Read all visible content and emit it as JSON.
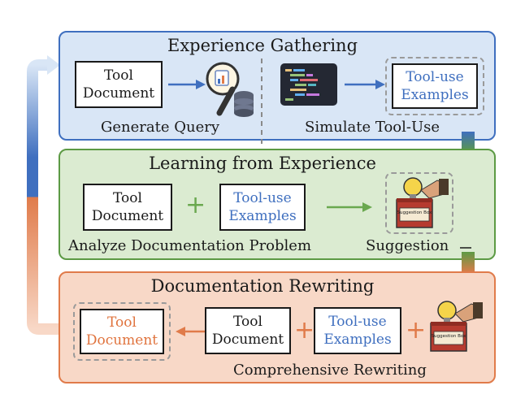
{
  "sections": {
    "gathering": {
      "title": "Experience Gathering",
      "tool_document": "Tool\nDocument",
      "generate_query": "Generate Query",
      "simulate_tool_use": "Simulate Tool-Use",
      "tool_use_examples": "Tool-use\nExamples"
    },
    "learning": {
      "title": "Learning from Experience",
      "tool_document": "Tool\nDocument",
      "tool_use_examples": "Tool-use\nExamples",
      "analyze": "Analyze Documentation Problem",
      "suggestion": "Suggestion",
      "suggestion_box_label": "Suggestion\nBox"
    },
    "rewriting": {
      "title": "Documentation Rewriting",
      "new_tool_document": "Tool\nDocument",
      "tool_document": "Tool\nDocument",
      "tool_use_examples": "Tool-use\nExamples",
      "comprehensive": "Comprehensive Rewriting",
      "suggestion_box_label": "Suggestion\nBox"
    }
  },
  "symbols": {
    "plus": "+"
  },
  "colors": {
    "blue_panel": "#d9e6f6",
    "blue_border": "#3f6fbf",
    "green_panel": "#dbebd1",
    "green_border": "#5c9a44",
    "orange_panel": "#f8d8c7",
    "orange_border": "#e07b4a"
  },
  "icons": [
    "search-database-icon",
    "code-editor-icon",
    "suggestion-box-icon",
    "loop-arrow-icon"
  ]
}
